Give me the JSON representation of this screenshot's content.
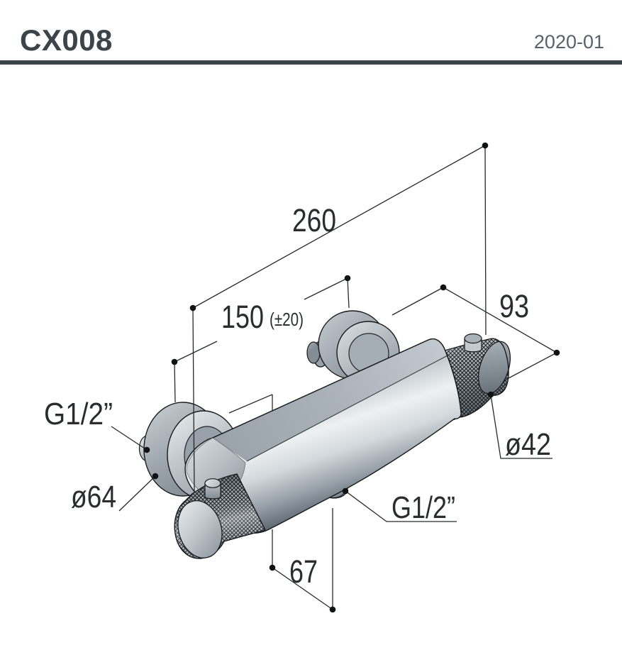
{
  "header": {
    "product_code": "CX008",
    "revision_date": "2020-01"
  },
  "drawing": {
    "dimensions": {
      "overall_width": "260",
      "connection_spacing": "150",
      "connection_spacing_tolerance": "(±20)",
      "depth": "93",
      "outlet_offset": "67",
      "handle_diameter": "ø42",
      "flange_diameter": "ø64",
      "inlet_thread": "G1/2”",
      "outlet_thread": "G1/2”"
    },
    "colors": {
      "line": "#26292c",
      "header_text": "#3b4549",
      "metal_light": "#eef1f2",
      "metal_mid": "#aab2b9",
      "metal_dark": "#5f6870"
    }
  }
}
